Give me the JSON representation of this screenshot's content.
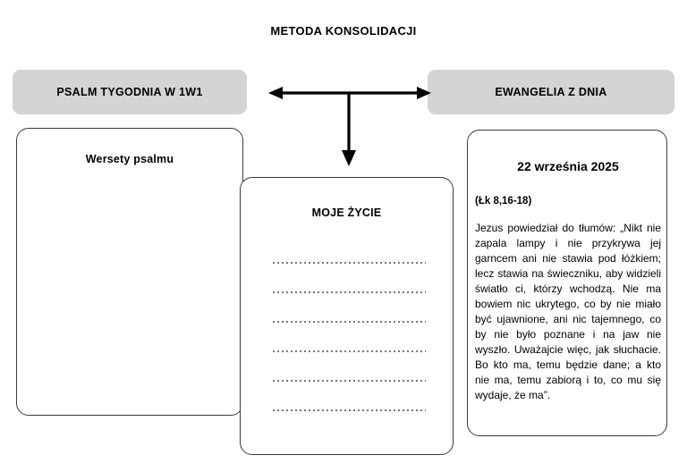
{
  "diagram": {
    "title": "METODA KONSOLIDACJI",
    "banners": {
      "left": "PSALM TYGODNIA W 1W1",
      "right": "EWANGELIA Z DNIA"
    },
    "panels": {
      "psalm": {
        "heading": "Wersety psalmu",
        "line_count": 0
      },
      "life": {
        "heading": "MOJE ŻYCIE",
        "line_count": 6
      },
      "gospel": {
        "date": "22 września 2025",
        "reference": "(Łk 8,16-18)",
        "text": "Jezus powiedział do tłumów: „Nikt nie zapala lampy i nie przykrywa jej garncem ani nie stawia pod łóżkiem; lecz stawia na świeczniku, aby widzieli światło ci, którzy wchodzą. Nie ma bowiem nic ukrytego, co by nie miało być ujawnione, ani nic tajemnego, co by nie było poznane i na jaw nie wyszło. Uważajcie więc, jak słuchacie. Bo kto ma, temu będzie dane; a kto nie ma, temu zabiorą i to, co mu się wydaje, że ma”."
      }
    },
    "connector": {
      "description": "double-headed horizontal arrow with downward arrow from center"
    },
    "colors": {
      "banner_fill": "#d4d4d4",
      "panel_border": "#3a3a3a",
      "arrow": "#000000",
      "background": "#ffffff"
    }
  }
}
